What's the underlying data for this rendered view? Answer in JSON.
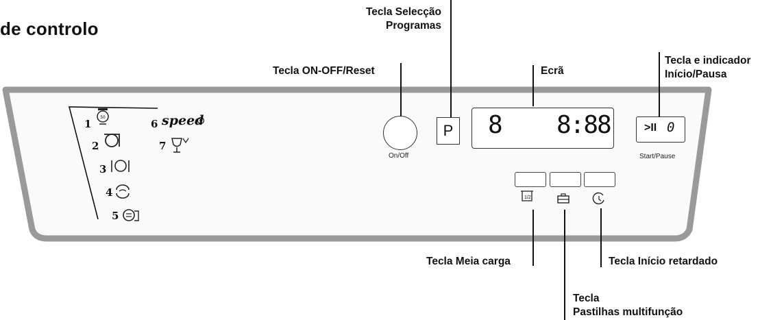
{
  "heading": "de controlo",
  "callouts": {
    "program_select": [
      "Tecla Selecção",
      "Programas"
    ],
    "onoff": "Tecla ON-OFF/Reset",
    "display": "Ecrã",
    "start_pause": [
      "Tecla e indicador",
      "Início/Pausa"
    ],
    "half_load": "Tecla Meia carga",
    "delay_start": "Tecla Início retardado",
    "multi_tabs": [
      "Tecla",
      "Pastilhas multifunção"
    ]
  },
  "panel": {
    "programs": [
      {
        "number": "1",
        "icon": "intensive-pot-icon"
      },
      {
        "number": "2",
        "icon": "pot-icon"
      },
      {
        "number": "3",
        "icon": "plate-cutlery-icon"
      },
      {
        "number": "4",
        "icon": "eco-cycle-icon"
      },
      {
        "number": "5",
        "icon": "prewash-icon"
      },
      {
        "number": "6",
        "icon": "speed-icon",
        "text": "speed"
      },
      {
        "number": "7",
        "icon": "glass-icon"
      }
    ],
    "onoff_label": "On/Off",
    "p_label": "P",
    "display_digit_left": "8",
    "display_time": "8:88",
    "start_symbol": ">II",
    "start_digit": "0",
    "start_label": "Start/Pause",
    "half_load_mark": "1/2"
  }
}
